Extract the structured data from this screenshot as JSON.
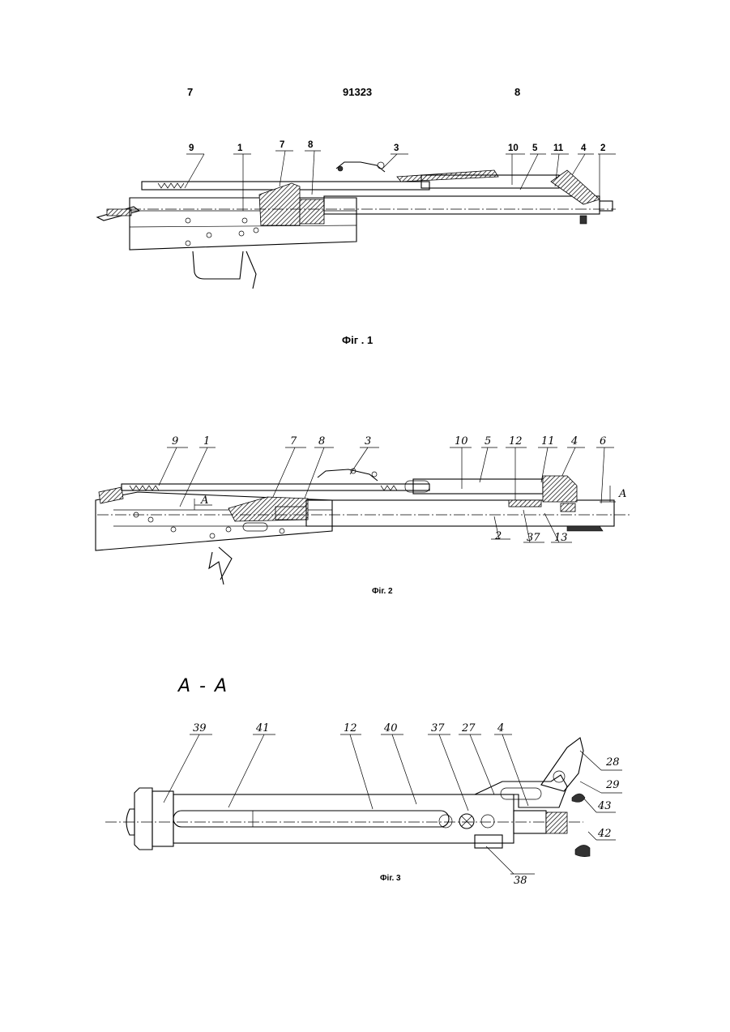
{
  "header": {
    "left_page": "7",
    "doc_number": "91323",
    "right_page": "8"
  },
  "figures": [
    {
      "caption": "Фіг . 1",
      "labels": [
        "9",
        "1",
        "7",
        "8",
        "3",
        "10",
        "5",
        "11",
        "4",
        "2"
      ]
    },
    {
      "caption": "Фіг. 2",
      "labels": [
        "9",
        "1",
        "7",
        "8",
        "3",
        "10",
        "5",
        "12",
        "11",
        "4",
        "6",
        "A",
        "A",
        "2",
        "37",
        "13"
      ]
    },
    {
      "caption": "Фіг. 3",
      "section_title": "А - А",
      "labels": [
        "39",
        "41",
        "12",
        "40",
        "37",
        "27",
        "4",
        "28",
        "29",
        "43",
        "42",
        "38"
      ]
    }
  ]
}
